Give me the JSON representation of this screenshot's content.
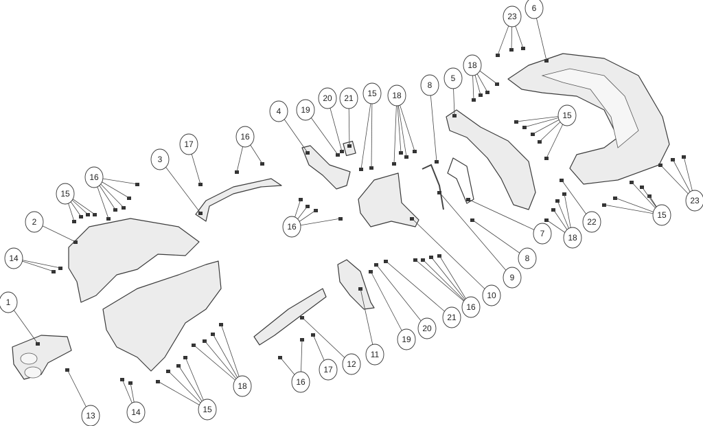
{
  "diagram": {
    "type": "exploded-parts-view",
    "callouts": [
      "1",
      "2",
      "3",
      "4",
      "5",
      "6",
      "7",
      "8",
      "8",
      "9",
      "10",
      "11",
      "12",
      "13",
      "14",
      "14",
      "15",
      "15",
      "15",
      "15",
      "15",
      "16",
      "16",
      "16",
      "16",
      "16",
      "17",
      "17",
      "18",
      "18",
      "18",
      "18",
      "19",
      "19",
      "20",
      "20",
      "21",
      "21",
      "22",
      "23",
      "23"
    ]
  }
}
